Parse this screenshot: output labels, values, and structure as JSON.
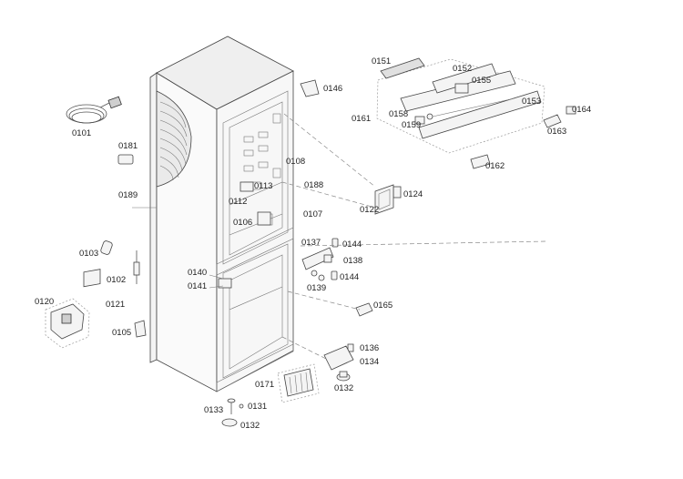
{
  "labels": {
    "p0101": "0101",
    "p0181": "0181",
    "p0189": "0189",
    "p0103": "0103",
    "p0102": "0102",
    "p0120": "0120",
    "p0121": "0121",
    "p0105": "0105",
    "p0146": "0146",
    "p0108": "0108",
    "p0113": "0113",
    "p0188": "0188",
    "p0112": "0112",
    "p0106": "0106",
    "p0107": "0107",
    "p0137": "0137",
    "p0144a": "0144",
    "p0138": "0138",
    "p0144b": "0144",
    "p0139": "0139",
    "p0140": "0140",
    "p0141": "0141",
    "p0165": "0165",
    "p0136": "0136",
    "p0134": "0134",
    "p0132a": "0132",
    "p0171": "0171",
    "p0133": "0133",
    "p0131": "0131",
    "p0132b": "0132",
    "p0151": "0151",
    "p0152": "0152",
    "p0155": "0155",
    "p0153": "0153",
    "p0161": "0161",
    "p0158": "0158",
    "p0159": "0159",
    "p0164": "0164",
    "p0163": "0163",
    "p0162": "0162",
    "p0122": "0122",
    "p0124": "0124"
  }
}
